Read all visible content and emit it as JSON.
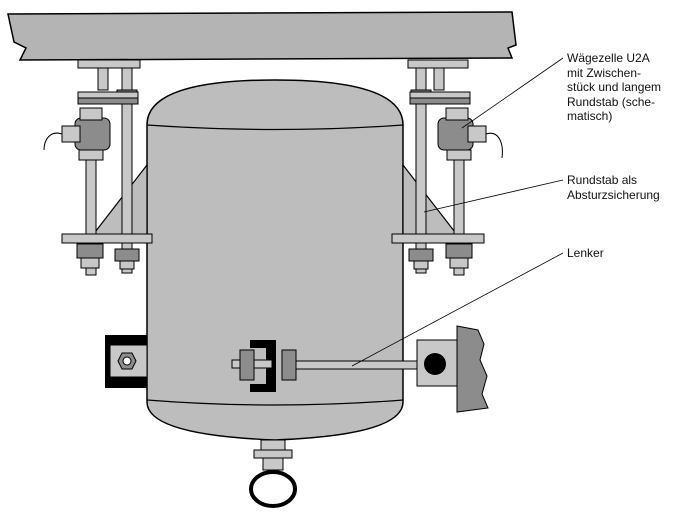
{
  "labels": {
    "load_cell": "Wägezelle U2A\nmit Zwischen-\nstück und langem\nRundstab (sche-\nmatisch)",
    "safety_rod": "Rundstab als\nAbsturzsicherung",
    "link_rod": "Lenker"
  },
  "colors": {
    "vessel_fill": "#bdbdbd",
    "metal_fill": "#c8c8c8",
    "dark_metal": "#8c8c8c",
    "structure_fill": "#b4b4b4",
    "outline": "#000000"
  }
}
